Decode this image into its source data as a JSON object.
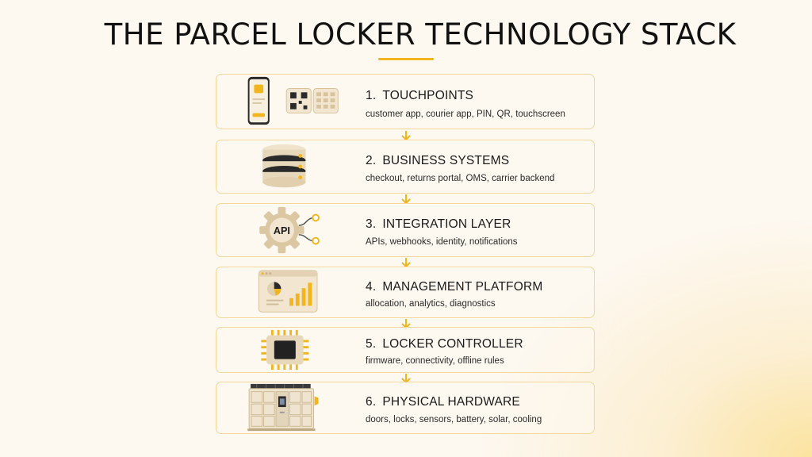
{
  "title": "THE PARCEL LOCKER TECHNOLOGY STACK",
  "layers": [
    {
      "number": "1.",
      "name": "TOUCHPOINTS",
      "details": "customer app, courier app, PIN, QR, touchscreen"
    },
    {
      "number": "2.",
      "name": "BUSINESS SYSTEMS",
      "details": "checkout, returns portal, OMS, carrier backend"
    },
    {
      "number": "3.",
      "name": "INTEGRATION LAYER",
      "details": "APIs, webhooks, identity, notifications"
    },
    {
      "number": "4.",
      "name": "MANAGEMENT PLATFORM",
      "details": "allocation, analytics, diagnostics"
    },
    {
      "number": "5.",
      "name": "LOCKER CONTROLLER",
      "details": "firmware, connectivity, offline rules"
    },
    {
      "number": "6.",
      "name": "PHYSICAL HARDWARE",
      "details": "doors, locks, sensors, battery, solar, cooling"
    }
  ],
  "api_badge": "API",
  "colors": {
    "accent": "#f2b51d",
    "border": "#f3d79a",
    "beige": "#e9d7b9"
  },
  "icons": [
    "phone-qr-keypad-icon",
    "database-icon",
    "api-gear-icon",
    "dashboard-icon",
    "chip-icon",
    "locker-icon",
    "arrow-down-icon"
  ]
}
